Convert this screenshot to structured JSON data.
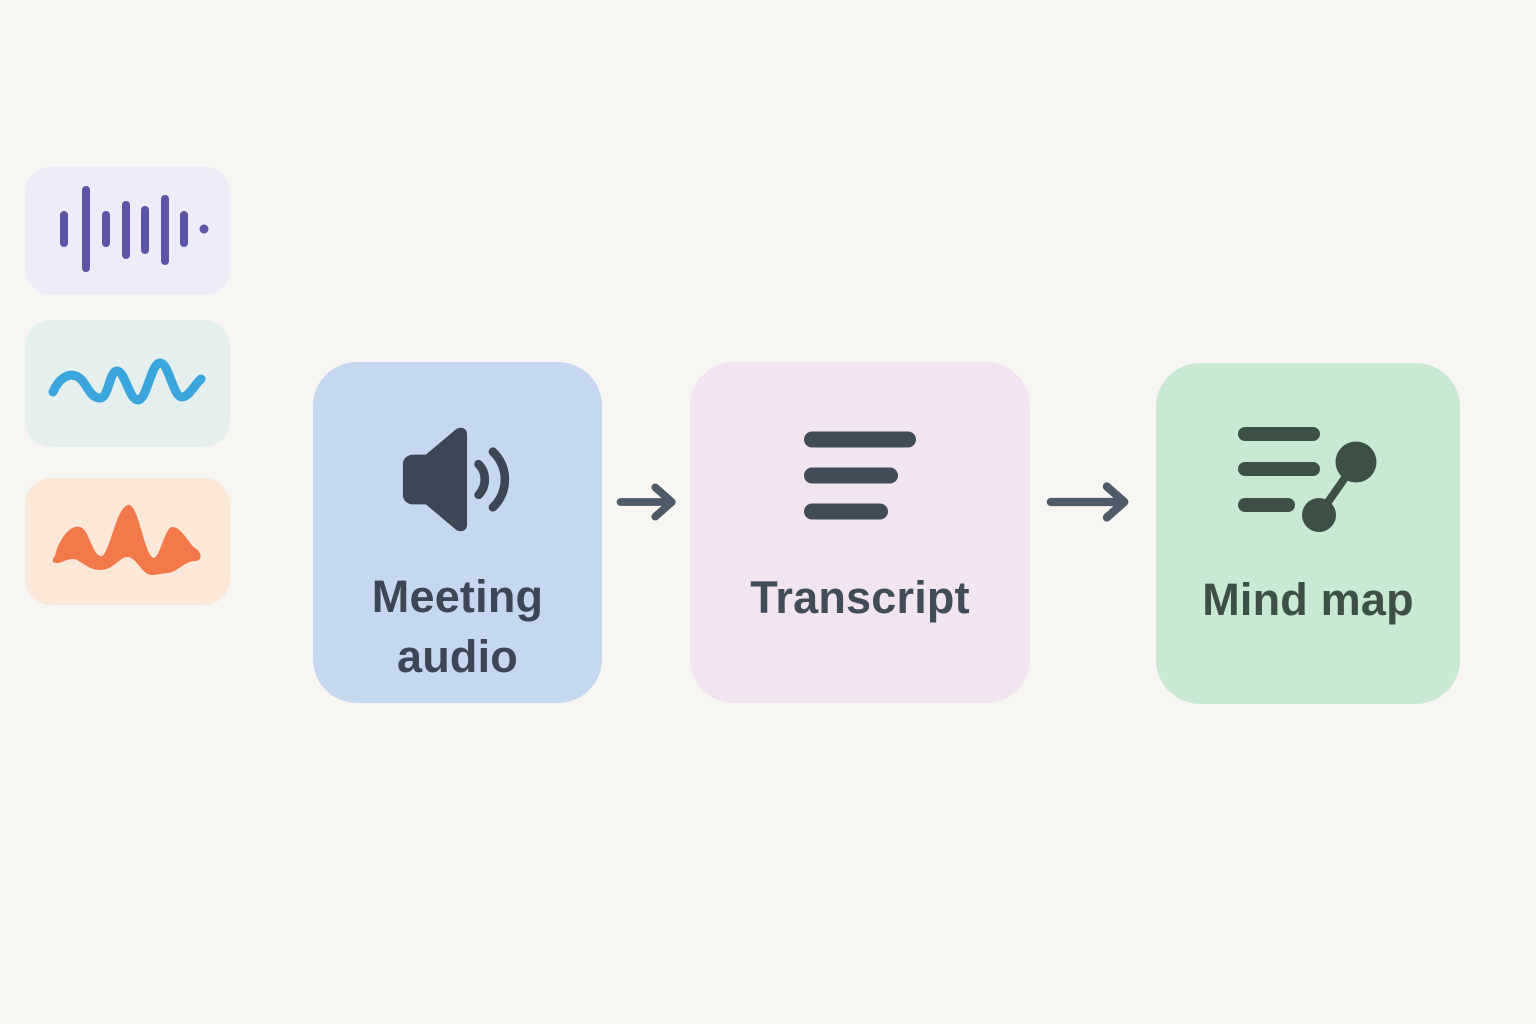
{
  "page": {
    "background": "#f7f6f3",
    "description": "Flow diagram: meeting audio converted to transcript then mind map"
  },
  "decor_cards": [
    {
      "id": "waveform-bars-card",
      "icon": "waveform-bars-icon",
      "bg": "#edecf8",
      "accent": "#5b54a7"
    },
    {
      "id": "sine-wave-card",
      "icon": "sine-wave-icon",
      "bg": "#e4efee",
      "accent": "#3ba6dd"
    },
    {
      "id": "audio-blob-card",
      "icon": "audio-blob-icon",
      "bg": "#fce8d8",
      "accent": "#f3794a"
    }
  ],
  "flow": {
    "nodes": [
      {
        "label": "Meeting audio",
        "icon": "speaker-icon",
        "bg": "#c6d8f0",
        "fg": "#3b4754"
      },
      {
        "label": "Transcript",
        "icon": "transcript-lines-icon",
        "bg": "#f2e4f1",
        "fg": "#414c59"
      },
      {
        "label": "Mind map",
        "icon": "mind-map-icon",
        "bg": "#c9e9d3",
        "fg": "#3d5046"
      }
    ],
    "arrow_color": "#4e5a68"
  }
}
